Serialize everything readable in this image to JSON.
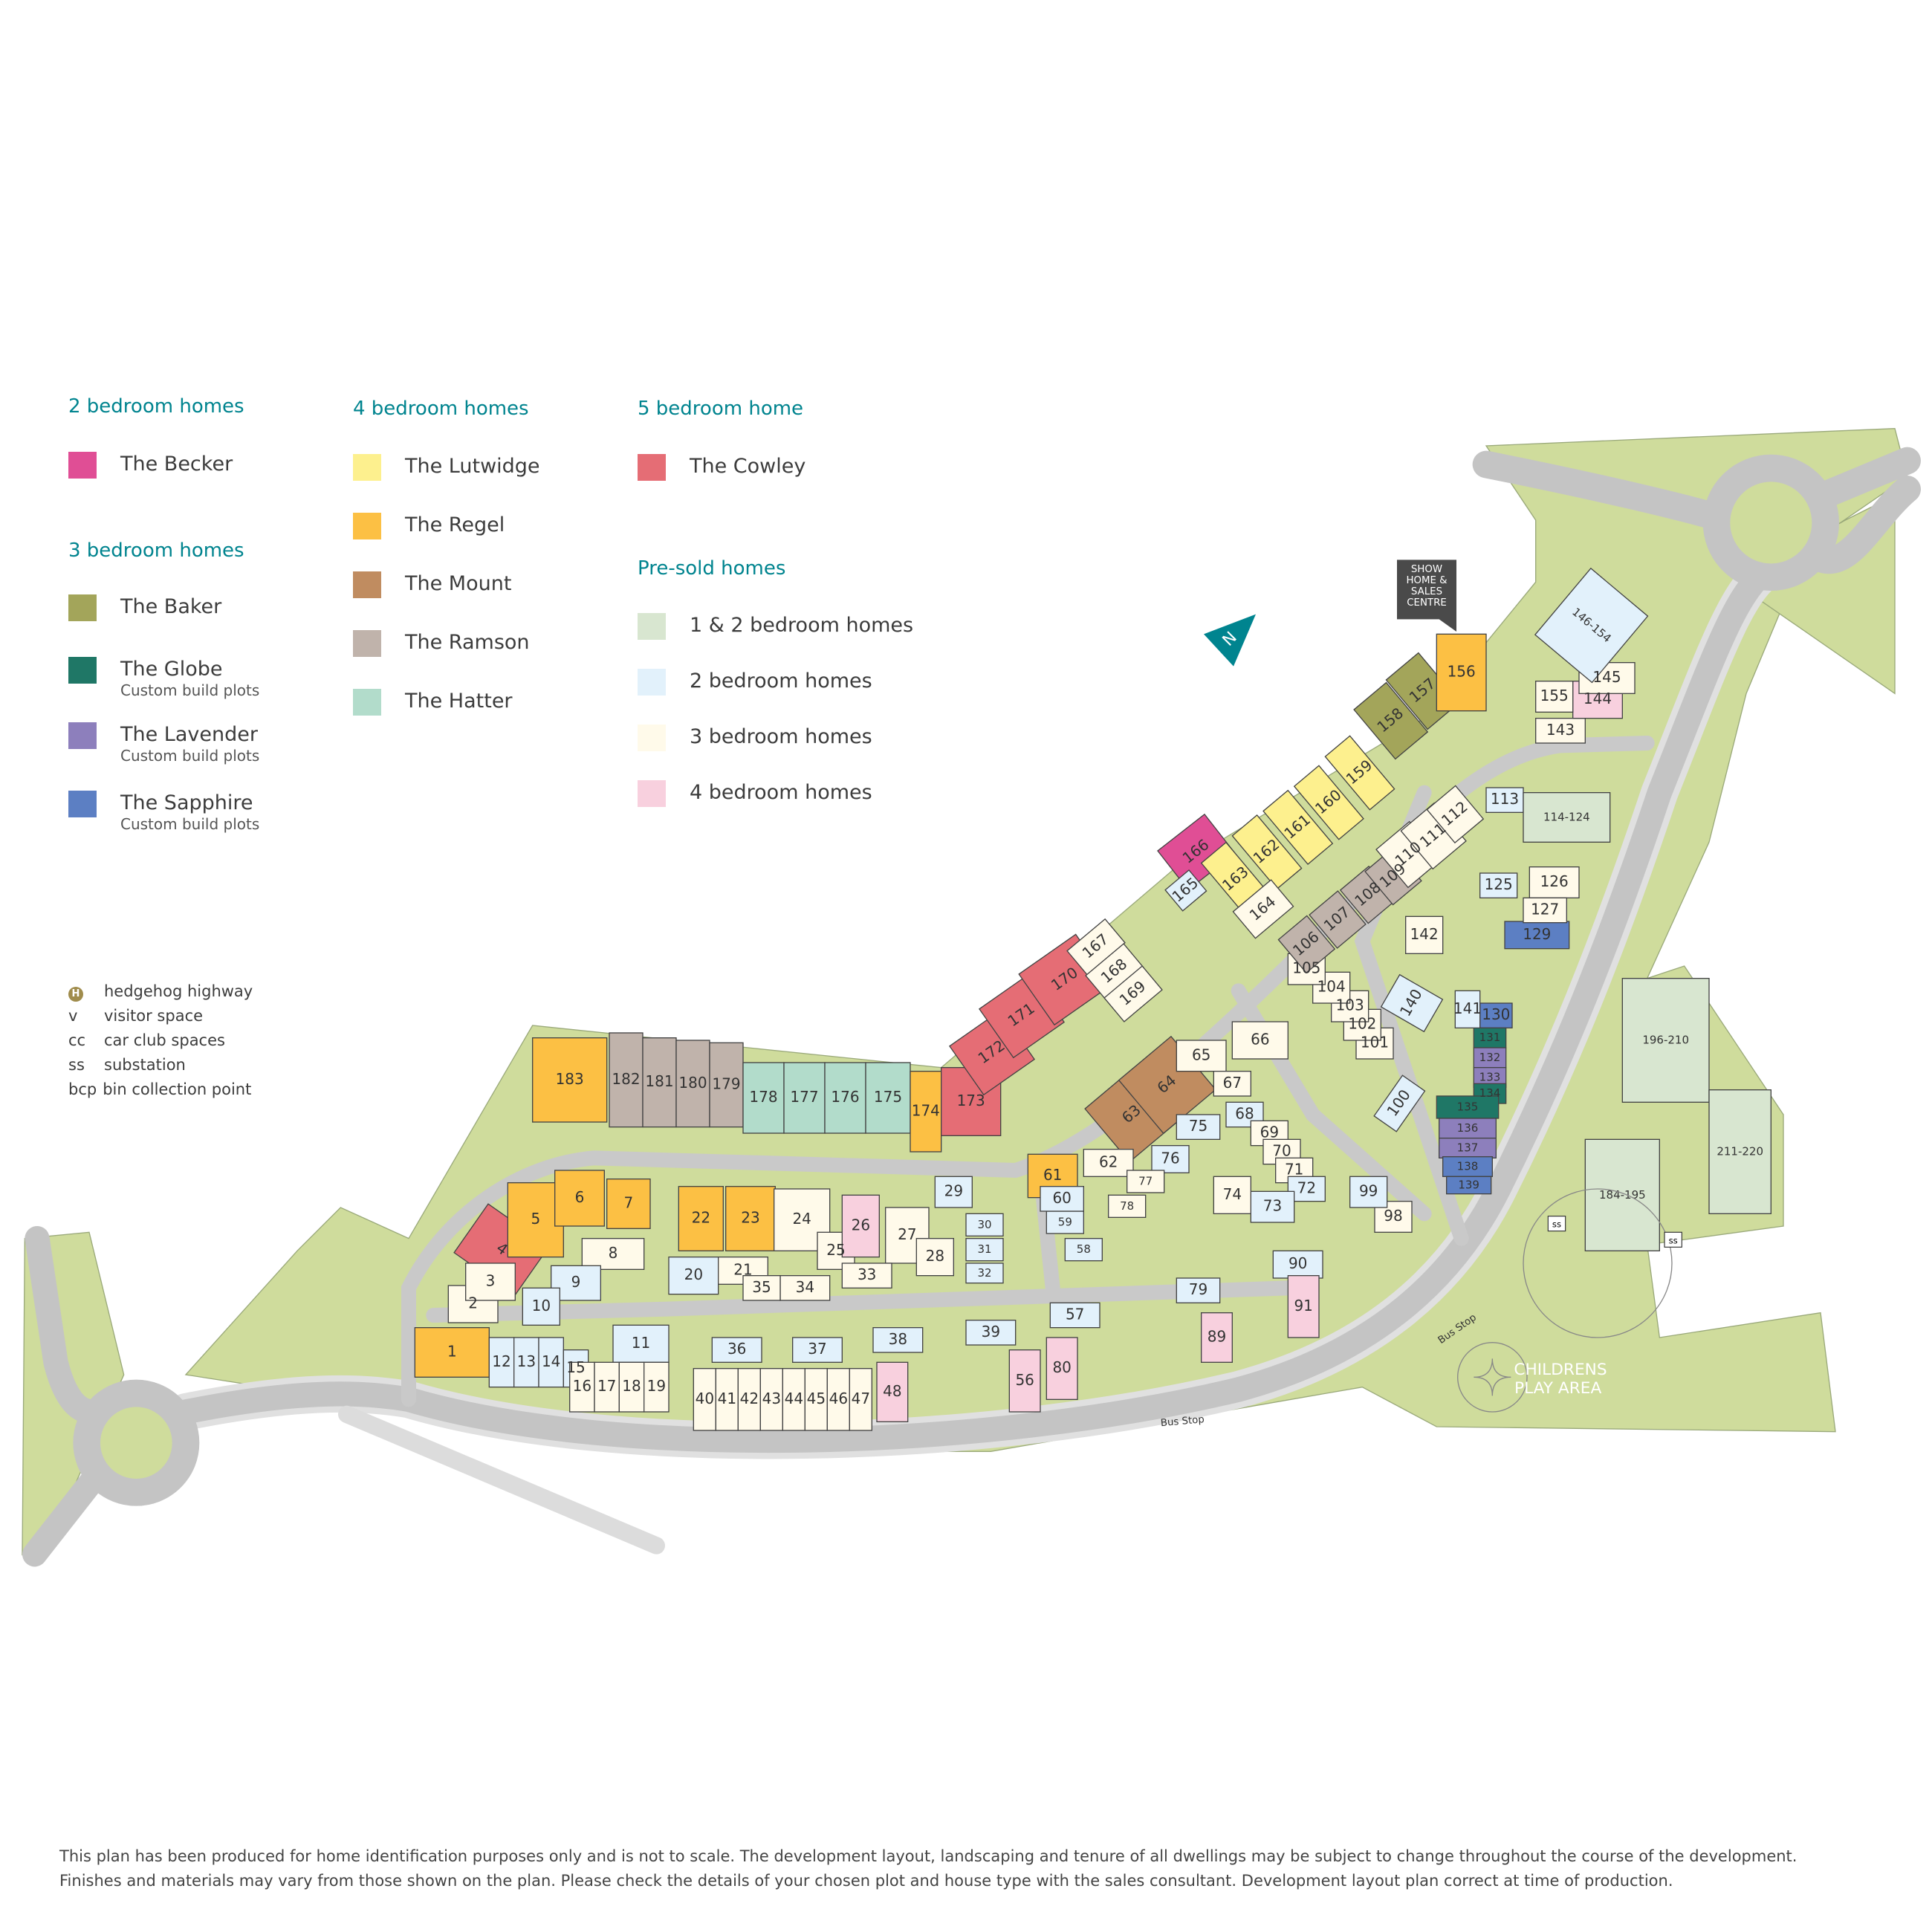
{
  "legend": {
    "col1": {
      "head_2bed": "2 bedroom homes",
      "becker": {
        "label": "The Becker",
        "color": "#e04e95"
      },
      "head_3bed": "3 bedroom homes",
      "baker": {
        "label": "The Baker",
        "color": "#a3a55a"
      },
      "globe": {
        "label": "The Globe",
        "sub": "Custom build plots",
        "color": "#1f7766"
      },
      "lavender": {
        "label": "The Lavender",
        "sub": "Custom build plots",
        "color": "#8d7fbc"
      },
      "sapphire": {
        "label": "The Sapphire",
        "sub": "Custom build plots",
        "color": "#5c7fc3"
      }
    },
    "col2": {
      "head_4bed": "4 bedroom homes",
      "lutwidge": {
        "label": "The Lutwidge",
        "color": "#fdf08e"
      },
      "regel": {
        "label": "The Regel",
        "color": "#fcc044"
      },
      "mount": {
        "label": "The Mount",
        "color": "#c08c60"
      },
      "ramson": {
        "label": "The Ramson",
        "color": "#c0b3ab"
      },
      "hatter": {
        "label": "The Hatter",
        "color": "#b2dccb"
      }
    },
    "col3": {
      "head_5bed": "5 bedroom home",
      "cowley": {
        "label": "The Cowley",
        "color": "#e56d75"
      },
      "head_presold": "Pre-sold homes",
      "presold_12": {
        "label": "1 & 2 bedroom homes",
        "color": "#d8e6d0"
      },
      "presold_2": {
        "label": "2 bedroom homes",
        "color": "#e2f1fb"
      },
      "presold_3": {
        "label": "3 bedroom homes",
        "color": "#fffaea"
      },
      "presold_4": {
        "label": "4 bedroom homes",
        "color": "#f8d0de"
      }
    }
  },
  "key": [
    {
      "symbol": "H",
      "icon": "hedgehog-highway-icon",
      "label": "hedgehog highway"
    },
    {
      "symbol": "v",
      "label": "visitor space"
    },
    {
      "symbol": "cc",
      "label": "car club spaces"
    },
    {
      "symbol": "ss",
      "label": "substation"
    },
    {
      "symbol": "bcp",
      "label": "bin collection point"
    }
  ],
  "map": {
    "colors": {
      "green": "#cfdc9c",
      "road": "#c4c4c4",
      "pavement": "#e0e0e0",
      "outline": "#444444"
    },
    "show_home": [
      "SHOW",
      "HOME &",
      "SALES",
      "CENTRE"
    ],
    "north": "N",
    "play_area": [
      "CHILDRENS",
      "PLAY AREA"
    ],
    "bus_stop_1": "Bus Stop",
    "bus_stop_2": "Bus Stop",
    "substation_1": "ss",
    "substation_2": "ss",
    "plots": [
      {
        "label": "183",
        "type": "regel"
      },
      {
        "label": "182",
        "type": "ramson"
      },
      {
        "label": "181",
        "type": "ramson"
      },
      {
        "label": "180",
        "type": "ramson"
      },
      {
        "label": "179",
        "type": "ramson"
      },
      {
        "label": "178",
        "type": "hatter"
      },
      {
        "label": "177",
        "type": "hatter"
      },
      {
        "label": "176",
        "type": "hatter"
      },
      {
        "label": "175",
        "type": "hatter"
      },
      {
        "label": "174",
        "type": "regel"
      },
      {
        "label": "173",
        "type": "cowley"
      },
      {
        "label": "172",
        "type": "cowley"
      },
      {
        "label": "171",
        "type": "cowley"
      },
      {
        "label": "170",
        "type": "cowley"
      },
      {
        "label": "166",
        "type": "becker"
      },
      {
        "label": "163",
        "type": "lutwidge"
      },
      {
        "label": "162",
        "type": "lutwidge"
      },
      {
        "label": "161",
        "type": "lutwidge"
      },
      {
        "label": "160",
        "type": "lutwidge"
      },
      {
        "label": "159",
        "type": "lutwidge"
      },
      {
        "label": "158",
        "type": "baker"
      },
      {
        "label": "157",
        "type": "baker"
      },
      {
        "label": "156",
        "type": "regel"
      },
      {
        "label": "4",
        "type": "cowley"
      },
      {
        "label": "5",
        "type": "regel"
      },
      {
        "label": "6",
        "type": "regel"
      },
      {
        "label": "7",
        "type": "regel"
      },
      {
        "label": "1",
        "type": "regel"
      },
      {
        "label": "22",
        "type": "regel"
      },
      {
        "label": "23",
        "type": "regel"
      },
      {
        "label": "61",
        "type": "regel"
      },
      {
        "label": "63",
        "type": "mount"
      },
      {
        "label": "64",
        "type": "mount"
      },
      {
        "label": "129",
        "type": "sapphire"
      },
      {
        "label": "130",
        "type": "sapphire"
      },
      {
        "label": "131",
        "type": "globe"
      },
      {
        "label": "132",
        "type": "lavender"
      },
      {
        "label": "133",
        "type": "lavender"
      },
      {
        "label": "134",
        "type": "globe"
      },
      {
        "label": "135",
        "type": "globe"
      },
      {
        "label": "136",
        "type": "lavender"
      },
      {
        "label": "137",
        "type": "lavender"
      },
      {
        "label": "138",
        "type": "sapphire"
      },
      {
        "label": "139",
        "type": "sapphire"
      },
      {
        "label": "2",
        "type": "presold_3"
      },
      {
        "label": "3",
        "type": "presold_3"
      },
      {
        "label": "8",
        "type": "presold_3"
      },
      {
        "label": "9",
        "type": "presold_2"
      },
      {
        "label": "10",
        "type": "presold_2"
      },
      {
        "label": "11",
        "type": "presold_2"
      },
      {
        "label": "12",
        "type": "presold_2"
      },
      {
        "label": "13",
        "type": "presold_2"
      },
      {
        "label": "14",
        "type": "presold_2"
      },
      {
        "label": "15",
        "type": "presold_2"
      },
      {
        "label": "16",
        "type": "presold_3"
      },
      {
        "label": "17",
        "type": "presold_3"
      },
      {
        "label": "18",
        "type": "presold_3"
      },
      {
        "label": "19",
        "type": "presold_3"
      },
      {
        "label": "20",
        "type": "presold_2"
      },
      {
        "label": "21",
        "type": "presold_3"
      },
      {
        "label": "24",
        "type": "presold_3"
      },
      {
        "label": "25",
        "type": "presold_3"
      },
      {
        "label": "26",
        "type": "presold_4"
      },
      {
        "label": "27",
        "type": "presold_3"
      },
      {
        "label": "28",
        "type": "presold_3"
      },
      {
        "label": "29",
        "type": "presold_2"
      },
      {
        "label": "30",
        "type": "presold_2"
      },
      {
        "label": "31",
        "type": "presold_2"
      },
      {
        "label": "32",
        "type": "presold_2"
      },
      {
        "label": "33",
        "type": "presold_3"
      },
      {
        "label": "34",
        "type": "presold_3"
      },
      {
        "label": "35",
        "type": "presold_3"
      },
      {
        "label": "36",
        "type": "presold_2"
      },
      {
        "label": "37",
        "type": "presold_2"
      },
      {
        "label": "38",
        "type": "presold_2"
      },
      {
        "label": "39",
        "type": "presold_2"
      },
      {
        "label": "40",
        "type": "presold_3"
      },
      {
        "label": "41",
        "type": "presold_3"
      },
      {
        "label": "42",
        "type": "presold_3"
      },
      {
        "label": "43",
        "type": "presold_3"
      },
      {
        "label": "44",
        "type": "presold_3"
      },
      {
        "label": "45",
        "type": "presold_3"
      },
      {
        "label": "46",
        "type": "presold_3"
      },
      {
        "label": "47",
        "type": "presold_3"
      },
      {
        "label": "48",
        "type": "presold_4"
      },
      {
        "label": "56",
        "type": "presold_4"
      },
      {
        "label": "57",
        "type": "presold_2"
      },
      {
        "label": "58",
        "type": "presold_2"
      },
      {
        "label": "59",
        "type": "presold_2"
      },
      {
        "label": "60",
        "type": "presold_2"
      },
      {
        "label": "62",
        "type": "presold_3"
      },
      {
        "label": "65",
        "type": "presold_3"
      },
      {
        "label": "66",
        "type": "presold_3"
      },
      {
        "label": "67",
        "type": "presold_3"
      },
      {
        "label": "68",
        "type": "presold_2"
      },
      {
        "label": "69",
        "type": "presold_3"
      },
      {
        "label": "70",
        "type": "presold_3"
      },
      {
        "label": "71",
        "type": "presold_3"
      },
      {
        "label": "72",
        "type": "presold_2"
      },
      {
        "label": "73",
        "type": "presold_2"
      },
      {
        "label": "74",
        "type": "presold_3"
      },
      {
        "label": "75",
        "type": "presold_2"
      },
      {
        "label": "76",
        "type": "presold_2"
      },
      {
        "label": "77",
        "type": "presold_3"
      },
      {
        "label": "78",
        "type": "presold_3"
      },
      {
        "label": "79",
        "type": "presold_2"
      },
      {
        "label": "80",
        "type": "presold_4"
      },
      {
        "label": "89",
        "type": "presold_4"
      },
      {
        "label": "90",
        "type": "presold_2"
      },
      {
        "label": "91",
        "type": "presold_4"
      },
      {
        "label": "98",
        "type": "presold_3"
      },
      {
        "label": "99",
        "type": "presold_2"
      },
      {
        "label": "100",
        "type": "presold_2"
      },
      {
        "label": "101",
        "type": "presold_3"
      },
      {
        "label": "102",
        "type": "presold_3"
      },
      {
        "label": "103",
        "type": "presold_3"
      },
      {
        "label": "104",
        "type": "presold_3"
      },
      {
        "label": "105",
        "type": "presold_3"
      },
      {
        "label": "106",
        "type": "ramson"
      },
      {
        "label": "107",
        "type": "ramson"
      },
      {
        "label": "108",
        "type": "ramson"
      },
      {
        "label": "109",
        "type": "ramson"
      },
      {
        "label": "110",
        "type": "presold_3"
      },
      {
        "label": "111",
        "type": "presold_3"
      },
      {
        "label": "112",
        "type": "presold_3"
      },
      {
        "label": "113",
        "type": "presold_2"
      },
      {
        "label": "114-124",
        "type": "presold_12"
      },
      {
        "label": "125",
        "type": "presold_2"
      },
      {
        "label": "126",
        "type": "presold_3"
      },
      {
        "label": "127",
        "type": "presold_3"
      },
      {
        "label": "140",
        "type": "presold_2"
      },
      {
        "label": "141",
        "type": "presold_2"
      },
      {
        "label": "142",
        "type": "presold_3"
      },
      {
        "label": "143",
        "type": "presold_3"
      },
      {
        "label": "144",
        "type": "presold_4"
      },
      {
        "label": "145",
        "type": "presold_3"
      },
      {
        "label": "146-154",
        "type": "presold_2"
      },
      {
        "label": "155",
        "type": "presold_3"
      },
      {
        "label": "164",
        "type": "presold_3"
      },
      {
        "label": "165",
        "type": "presold_2"
      },
      {
        "label": "167",
        "type": "presold_3"
      },
      {
        "label": "168",
        "type": "presold_3"
      },
      {
        "label": "169",
        "type": "presold_3"
      },
      {
        "label": "184-195",
        "type": "presold_12"
      },
      {
        "label": "196-210",
        "type": "presold_12"
      },
      {
        "label": "211-220",
        "type": "presold_12"
      }
    ]
  },
  "footer": {
    "line1": "This plan has been produced for home identification purposes only and is not to scale. The development layout, landscaping and tenure of all dwellings may be subject to change throughout the course of the development.",
    "line2": "Finishes and materials may vary from those shown on the plan. Please check the details of your chosen plot and house type with the sales consultant. Development layout plan correct at time of production."
  }
}
